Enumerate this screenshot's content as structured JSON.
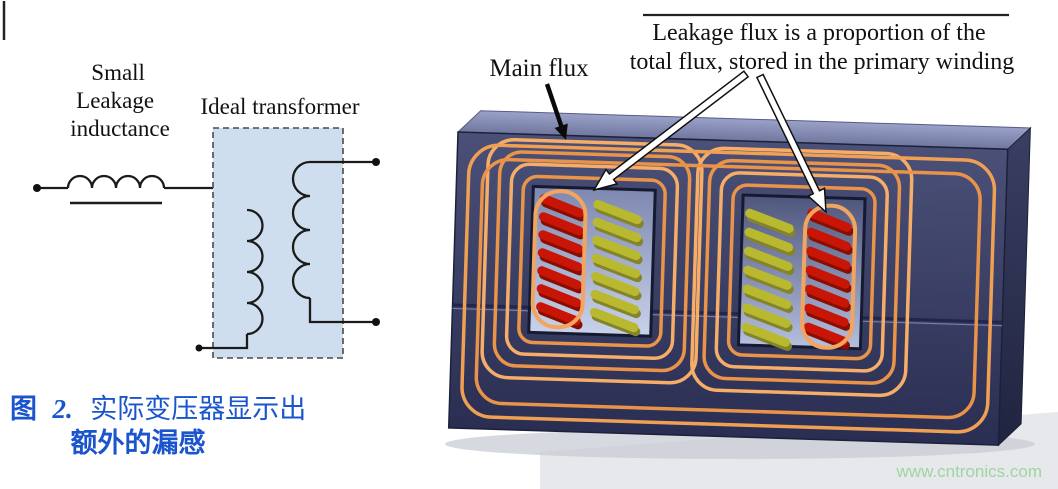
{
  "schematic": {
    "inductor_label_line1": "Small",
    "inductor_label_line2": "Leakage",
    "inductor_label_line3": "inductance",
    "transformer_label": "Ideal transformer"
  },
  "annotations": {
    "main_flux_label": "Main flux",
    "leakage_label_line1": "Leakage flux is a proportion of the",
    "leakage_label_line2": "total flux, stored in the primary winding"
  },
  "caption": {
    "figure_label": "图",
    "figure_number": "2.",
    "line1": "实际变压器显示出",
    "line2": "额外的漏感"
  },
  "watermark": {
    "text": "www.cntronics.com",
    "color": "#9cd49e"
  },
  "colors": {
    "flux_line": "#efa258",
    "core_front": "#3a3f66",
    "core_top": "#8d95bd",
    "winding_primary_red": "#c81505",
    "winding_secondary_yellow": "#b9b92f",
    "schematic_box_fill": "#cfdeee",
    "caption_blue": "#1b55cd"
  }
}
